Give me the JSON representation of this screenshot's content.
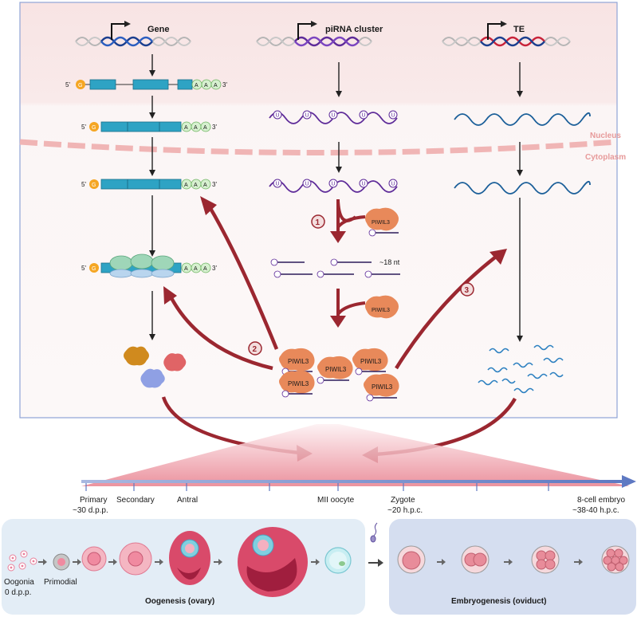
{
  "colors": {
    "nucleus_bg": "#f8e6e6",
    "cytoplasm_bg": "#fbf4f4",
    "membrane": "#f2b3b3",
    "arrow_red": "#9b2730",
    "gene_teal": "#2ea3c4",
    "dna_blue": "#1b3f8f",
    "pirna_purple": "#5e2b99",
    "te_red": "#c8233a",
    "piwil3_orange": "#e8895a",
    "timeline_blue": "#6b86c9",
    "oogenesis_bg": "#e3edf6",
    "embryo_bg": "#d5def0"
  },
  "columns": {
    "gene": {
      "label": "Gene"
    },
    "pirna": {
      "label": "piRNA cluster"
    },
    "te": {
      "label": "TE"
    }
  },
  "compartments": {
    "nucleus": "Nucleus",
    "cytoplasm": "Cytoplasm"
  },
  "mrna": {
    "five_prime": "5'",
    "three_prime": "3'",
    "cap": "G",
    "polya": [
      "A",
      "A",
      "A"
    ]
  },
  "pirna": {
    "uridine": "U",
    "length_label": "~18 nt"
  },
  "protein": {
    "piwil3": "PIWIL3"
  },
  "steps": [
    "1",
    "2",
    "3"
  ],
  "timeline": {
    "stages": [
      {
        "name": "Primary",
        "time": "~30 d.p.p."
      },
      {
        "name": "Secondary",
        "time": ""
      },
      {
        "name": "Antral",
        "time": ""
      },
      {
        "name": "MII oocyte",
        "time": ""
      },
      {
        "name": "Zygote",
        "time": "~20  h.p.c."
      },
      {
        "name": "8-cell embryo",
        "time": "~38-40  h.p.c."
      }
    ]
  },
  "bottom": {
    "oogonia": "Oogonia",
    "oogonia_time": "0 d.p.p.",
    "primodial": "Primodial",
    "oogenesis": "Oogenesis (ovary)",
    "embryogenesis": "Embryogenesis (oviduct)"
  }
}
